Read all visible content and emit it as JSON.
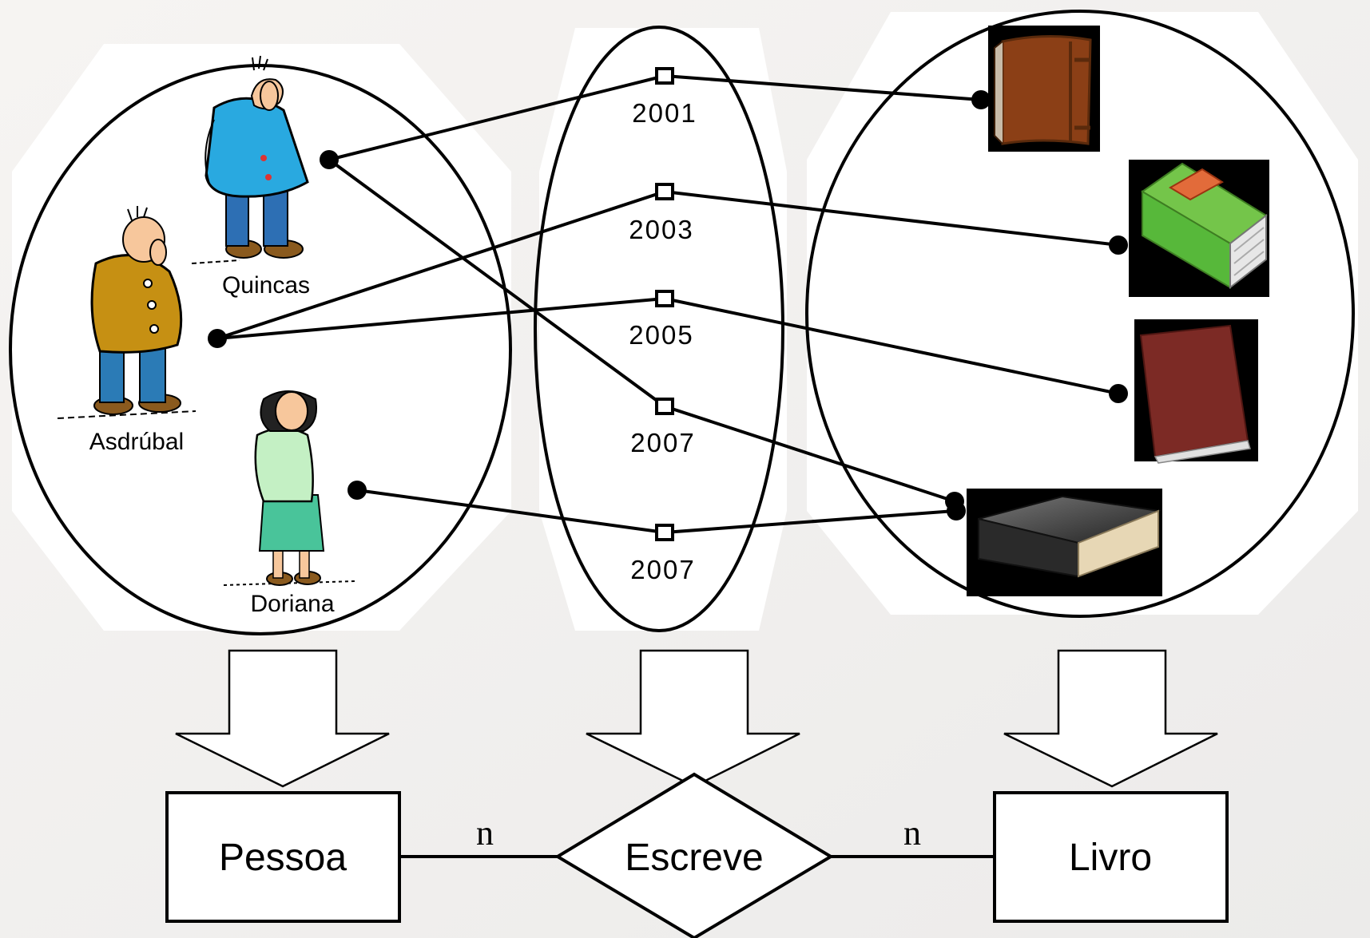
{
  "persons": [
    {
      "id": "quincas",
      "label": "Quincas",
      "colors": {
        "coat": "#29a9e0",
        "pants": "#2d6fb4",
        "skin": "#f7c79c"
      }
    },
    {
      "id": "asdrubal",
      "label": "Asdrúbal",
      "colors": {
        "coat": "#c69013",
        "pants": "#2b7bb6",
        "skin": "#f7c79c"
      }
    },
    {
      "id": "doriana",
      "label": "Doriana",
      "colors": {
        "coat": "#c4f0c4",
        "skirt": "#49c49a",
        "skin": "#f7c79c"
      }
    }
  ],
  "years": [
    "2001",
    "2003",
    "2005",
    "2007",
    "2007"
  ],
  "books": [
    {
      "id": "book-brown",
      "color": "#8b3f16"
    },
    {
      "id": "book-green",
      "color": "#57b83a"
    },
    {
      "id": "book-red",
      "color": "#7c2a25"
    },
    {
      "id": "book-black",
      "color": "#303030"
    }
  ],
  "er": {
    "entity_left": "Pessoa",
    "relationship": "Escreve",
    "entity_right": "Livro",
    "card_left": "n",
    "card_right": "n"
  }
}
